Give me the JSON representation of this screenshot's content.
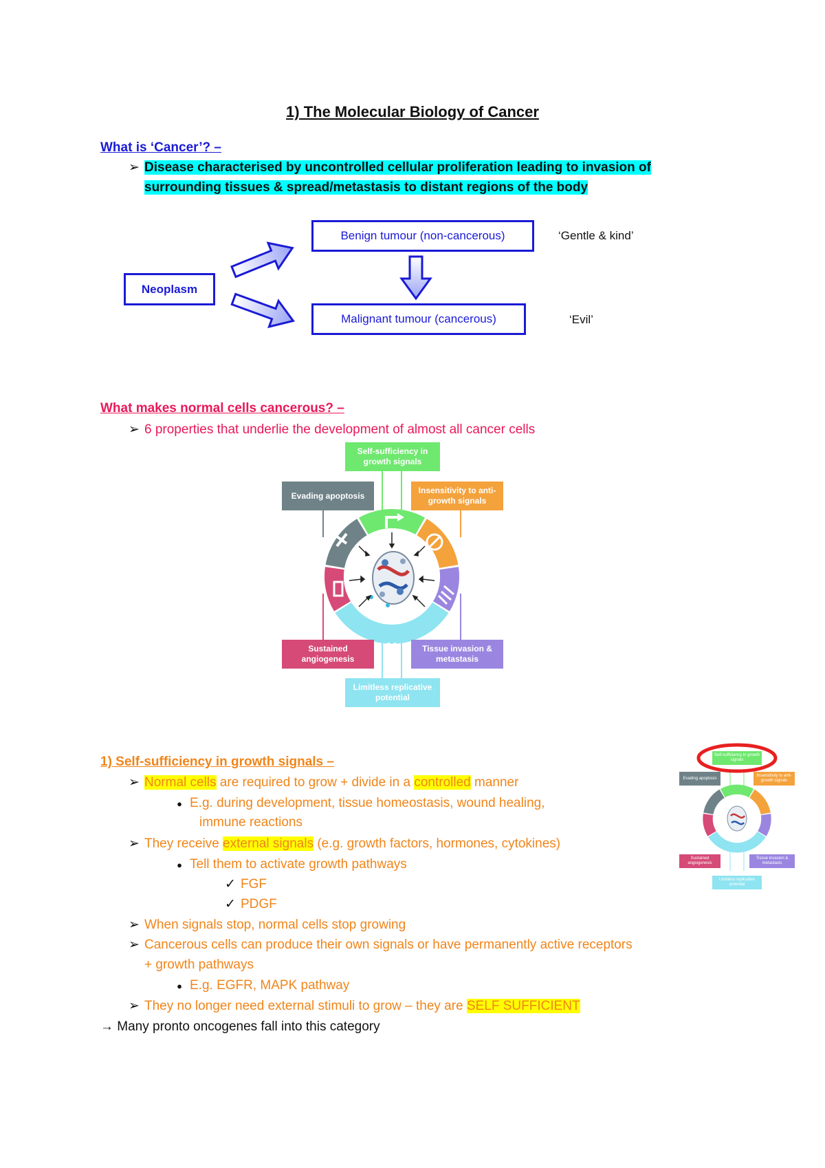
{
  "title": "1) The Molecular Biology of Cancer",
  "section1": {
    "heading": "What is ‘Cancer’? –",
    "bullet": "➢",
    "line1": "Disease characterised by uncontrolled cellular proliferation leading to invasion of",
    "line2": "surrounding tissues & spread/metastasis to distant regions of the body"
  },
  "neoplasm_diagram": {
    "neoplasm": "Neoplasm",
    "benign": "Benign tumour (non-cancerous)",
    "malignant": "Malignant tumour (cancerous)",
    "benign_quote": "‘Gentle & kind’",
    "malignant_quote": "‘Evil’"
  },
  "section2": {
    "heading": "What makes normal cells cancerous? –",
    "bullet": "6 properties that underlie the development of almost all cancer cells"
  },
  "hallmarks": {
    "self_sufficiency": "Self-sufficiency in growth signals",
    "insensitivity": "Insensitivity to anti-growth signals",
    "evading": "Evading apoptosis",
    "angiogenesis": "Sustained angiogenesis",
    "invasion": "Tissue invasion & metastasis",
    "replicative": "Limitless replicative potential",
    "colors": {
      "green": "#6fe86f",
      "orange": "#f4a23c",
      "grey": "#6f8288",
      "pink": "#d64a78",
      "purple": "#9a86e0",
      "cyan": "#8ee4f0"
    }
  },
  "section3": {
    "heading": "1) Self-sufficiency in growth signals –",
    "b1_hl1": "Normal cells",
    "b1_mid": " are required to grow + divide in a ",
    "b1_hl2": "controlled",
    "b1_end": " manner",
    "b1_sub1": "E.g. during development, tissue homeostasis, wound healing,",
    "b1_sub2": "immune reactions",
    "b2_start": "They receive ",
    "b2_hl": "external signals",
    "b2_end": " (e.g. growth factors, hormones, cytokines)",
    "b2_sub": "Tell them to activate growth pathways",
    "check1": "FGF",
    "check2": "PDGF",
    "b3": "When signals stop, normal cells stop growing",
    "b4_1": "Cancerous cells can produce their own signals or have permanently active receptors",
    "b4_2": "+ growth pathways",
    "b4_sub": "E.g. EGFR, MAPK pathway",
    "b5_start": "They no longer need external stimuli to grow – they are ",
    "b5_hl": "SELF SUFFICIENT",
    "conclusion": "→ Many pronto oncogenes fall into this category"
  },
  "glyphs": {
    "arrow_bullet": "➢",
    "dot_bullet": "●",
    "check": "✓",
    "infinity": "∞"
  }
}
